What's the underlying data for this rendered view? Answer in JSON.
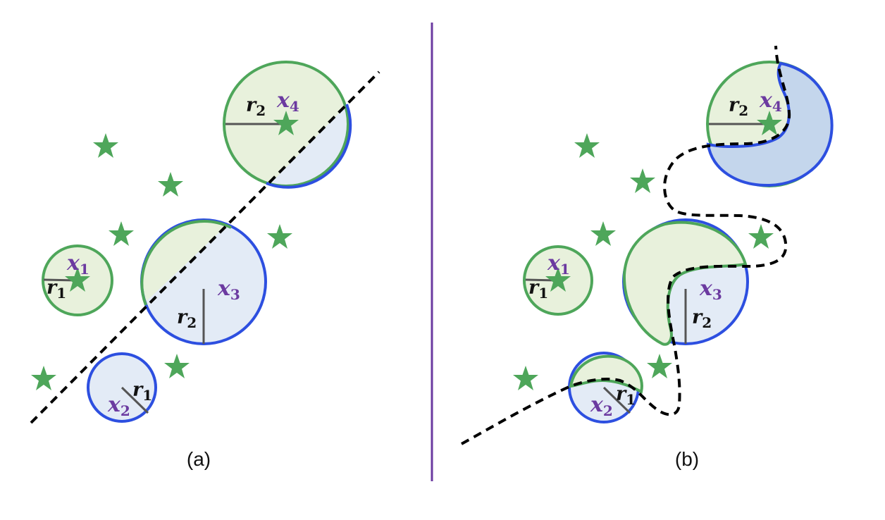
{
  "panels": {
    "a": {
      "label": "(a)"
    },
    "b": {
      "label": "(b)"
    }
  },
  "points": {
    "x1": "x",
    "x1_sub": "1",
    "x2": "x",
    "x2_sub": "2",
    "x3": "x",
    "x3_sub": "3",
    "x4": "x",
    "x4_sub": "4"
  },
  "radii": {
    "r1": "r",
    "r1_sub": "1",
    "r2": "r",
    "r2_sub": "2"
  },
  "colors": {
    "class_star": "#4ea65a",
    "class_cross": "#2d4fe0",
    "point_label": "#6b3aa0",
    "divider": "#6b3aa0"
  },
  "icons": [
    "star-icon",
    "cross-icon"
  ]
}
